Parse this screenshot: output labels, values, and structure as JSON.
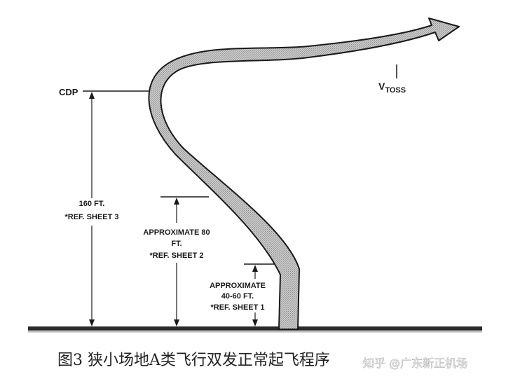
{
  "labels": {
    "cdp": "CDP",
    "vtoss_main": "V",
    "vtoss_sub": "TOSS",
    "h160_line1": "160 FT.",
    "h160_line2": "*REF. SHEET 3",
    "h80_line1": "APPROXIMATE 80",
    "h80_line2": "FT.",
    "h80_line3": "*REF. SHEET 2",
    "h40_line1": "APPROXIMATE",
    "h40_line2": "40-60 FT.",
    "h40_line3": "*REF. SHEET 1"
  },
  "caption": {
    "text": "图3  狭小场地A类飞行双发正常起飞程序"
  },
  "watermark": {
    "text": "知乎 @广东新正机场"
  },
  "colors": {
    "ink": "#1a1a1a",
    "ribbon_fill": "#bdbdbd",
    "paper": "#ffffff"
  }
}
